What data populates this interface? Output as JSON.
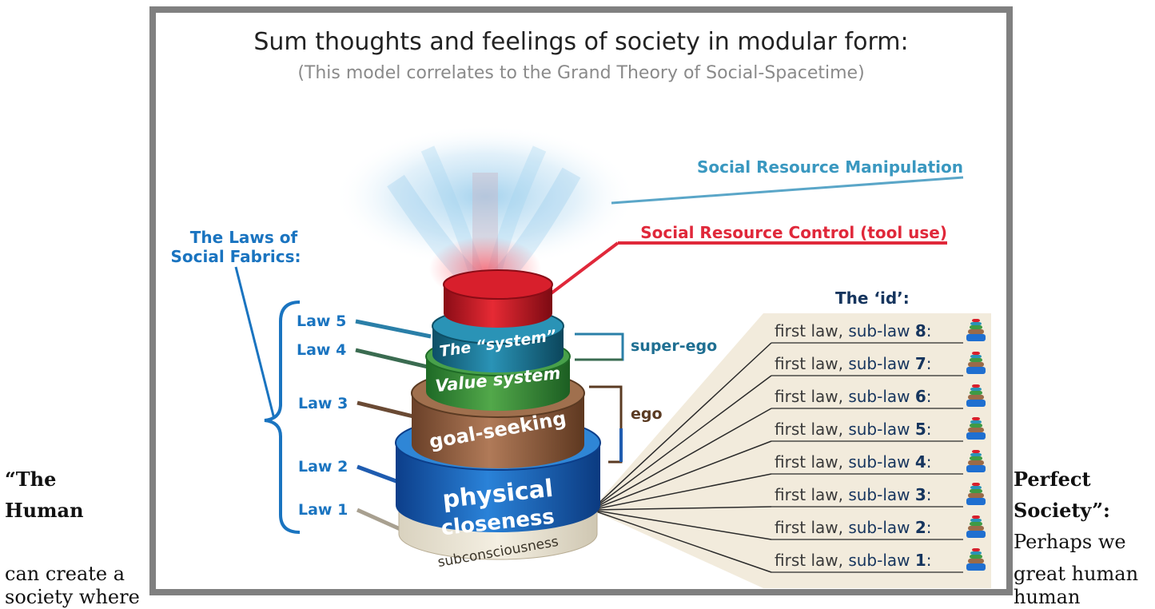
{
  "page_text": {
    "left_line1": "“The",
    "left_line2": "Human",
    "left_line3": "can create a",
    "left_line4": "society where",
    "right_line1": "Perfect",
    "right_line2": "Society”:",
    "right_line3": "Perhaps we",
    "right_line4": "great human",
    "right_line5": "human"
  },
  "diagram": {
    "title": "Sum thoughts and feelings of society in modular form:",
    "subtitle": "(This model correlates to the Grand Theory of Social-Spacetime)",
    "manipulation_label": "Social Resource Manipulation",
    "control_label": "Social Resource Control (tool use)",
    "laws_heading_line1": "The Laws of",
    "laws_heading_line2": "Social Fabrics:",
    "laws": [
      "Law 5",
      "Law 4",
      "Law 3",
      "Law 2",
      "Law 1"
    ],
    "layers": {
      "system": "The “system”",
      "value": "Value system",
      "goal": "goal-seeking",
      "physical_line1": "physical",
      "physical_line2": "closeness",
      "subconscious": "subconsciousness"
    },
    "super_ego_label": "super-ego",
    "ego_label": "ego",
    "id_heading": "The ‘id’:",
    "sublaws": [
      {
        "prefix": "first law, ",
        "link": "sub-law ",
        "num": "8",
        "colon": ":"
      },
      {
        "prefix": "first law, ",
        "link": "sub-law ",
        "num": "7",
        "colon": ":"
      },
      {
        "prefix": "first law, ",
        "link": "sub-law ",
        "num": "6",
        "colon": ":"
      },
      {
        "prefix": "first law, ",
        "link": "sub-law ",
        "num": "5",
        "colon": ":"
      },
      {
        "prefix": "first law, ",
        "link": "sub-law ",
        "num": "4",
        "colon": ":"
      },
      {
        "prefix": "first law, ",
        "link": "sub-law ",
        "num": "3",
        "colon": ":"
      },
      {
        "prefix": "first law, ",
        "link": "sub-law ",
        "num": "2",
        "colon": ":"
      },
      {
        "prefix": "first law, ",
        "link": "sub-law ",
        "num": "1",
        "colon": ":"
      }
    ],
    "colors": {
      "manipulation": "#3a98c0",
      "control": "#e0283a",
      "laws": "#1a74c0",
      "super_ego": "#1f6f92",
      "ego": "#5a3a22",
      "id_heading": "#16355e",
      "sublaw_link": "#16355e"
    }
  }
}
